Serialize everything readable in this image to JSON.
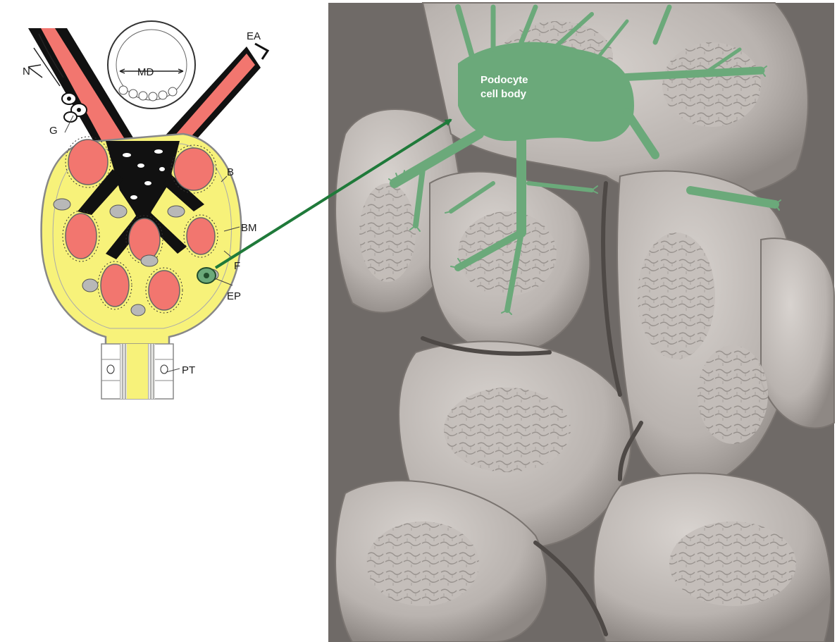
{
  "diagram": {
    "labels": {
      "n": "N",
      "g": "G",
      "md": "MD",
      "ea": "EA",
      "b": "B",
      "bm": "BM",
      "f": "F",
      "ep": "EP",
      "pt": "PT"
    },
    "micrograph": {
      "label_line1": "Podocyte",
      "label_line2": "cell body"
    },
    "colors": {
      "capillary": "#f2766f",
      "urinary_space": "#f7f27a",
      "podocyte_highlight": "#6ba97a",
      "arrow": "#1f7a3a",
      "mesangium": "#111111",
      "sem_background": "#8a8582",
      "sem_surface": "#c9c3bf"
    }
  }
}
